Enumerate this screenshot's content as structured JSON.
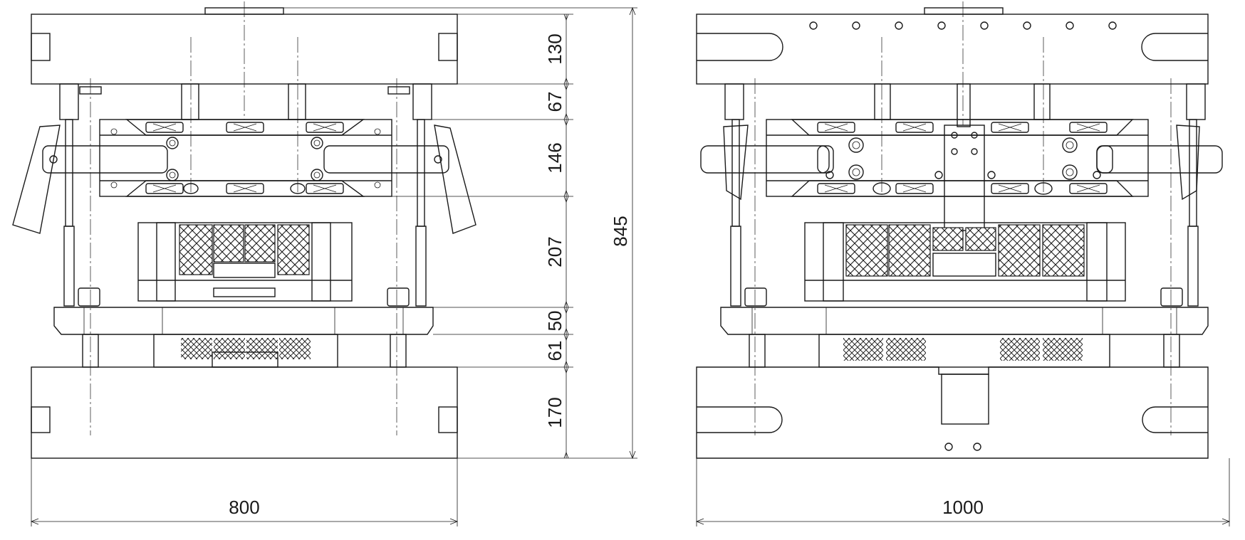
{
  "dimensions": {
    "vertical": [
      {
        "id": "top-clamp",
        "label": "130"
      },
      {
        "id": "upper-gap",
        "label": "67"
      },
      {
        "id": "slide-plate",
        "label": "146"
      },
      {
        "id": "cavity",
        "label": "207"
      },
      {
        "id": "lower-plate",
        "label": "50"
      },
      {
        "id": "support",
        "label": "61"
      },
      {
        "id": "bottom-clamp",
        "label": "170"
      }
    ],
    "total_height": "845",
    "left_width": "800",
    "right_width": "1000"
  },
  "views": [
    "side-view",
    "front-view"
  ]
}
